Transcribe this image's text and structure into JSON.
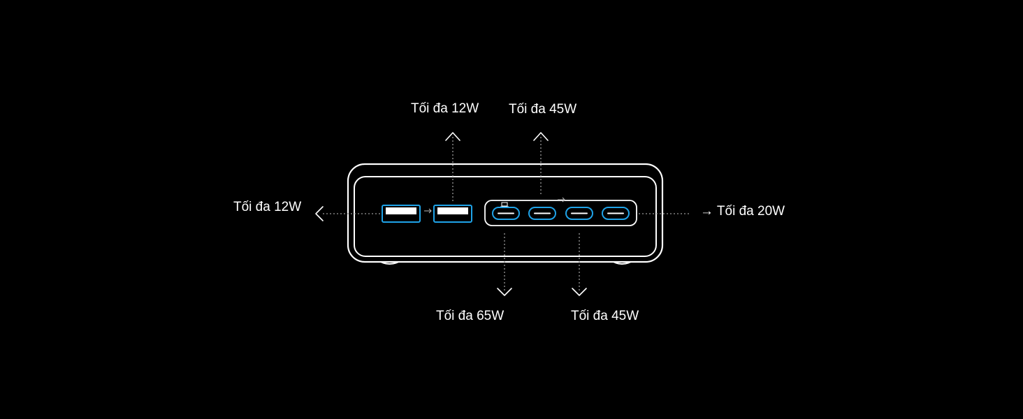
{
  "labels": {
    "top_usb_a": "Tối đa 12W",
    "top_usb_c": "Tối đa 45W",
    "left_usb_a": "Tối đa 12W",
    "right_usb_c": "→ Tối đa 20W",
    "bottom_c1": "Tối đa 65W",
    "bottom_c3": "Tối đa 45W"
  },
  "colors": {
    "background": "#000000",
    "outline": "#ffffff",
    "port_accent": "#1fa3e8",
    "leader_line": "#9a9a9a"
  },
  "ports": {
    "usb_a": [
      "usb-a-port-1",
      "usb-a-port-2"
    ],
    "usb_c": [
      "usb-c-port-1",
      "usb-c-port-2",
      "usb-c-port-3",
      "usb-c-port-4"
    ]
  }
}
